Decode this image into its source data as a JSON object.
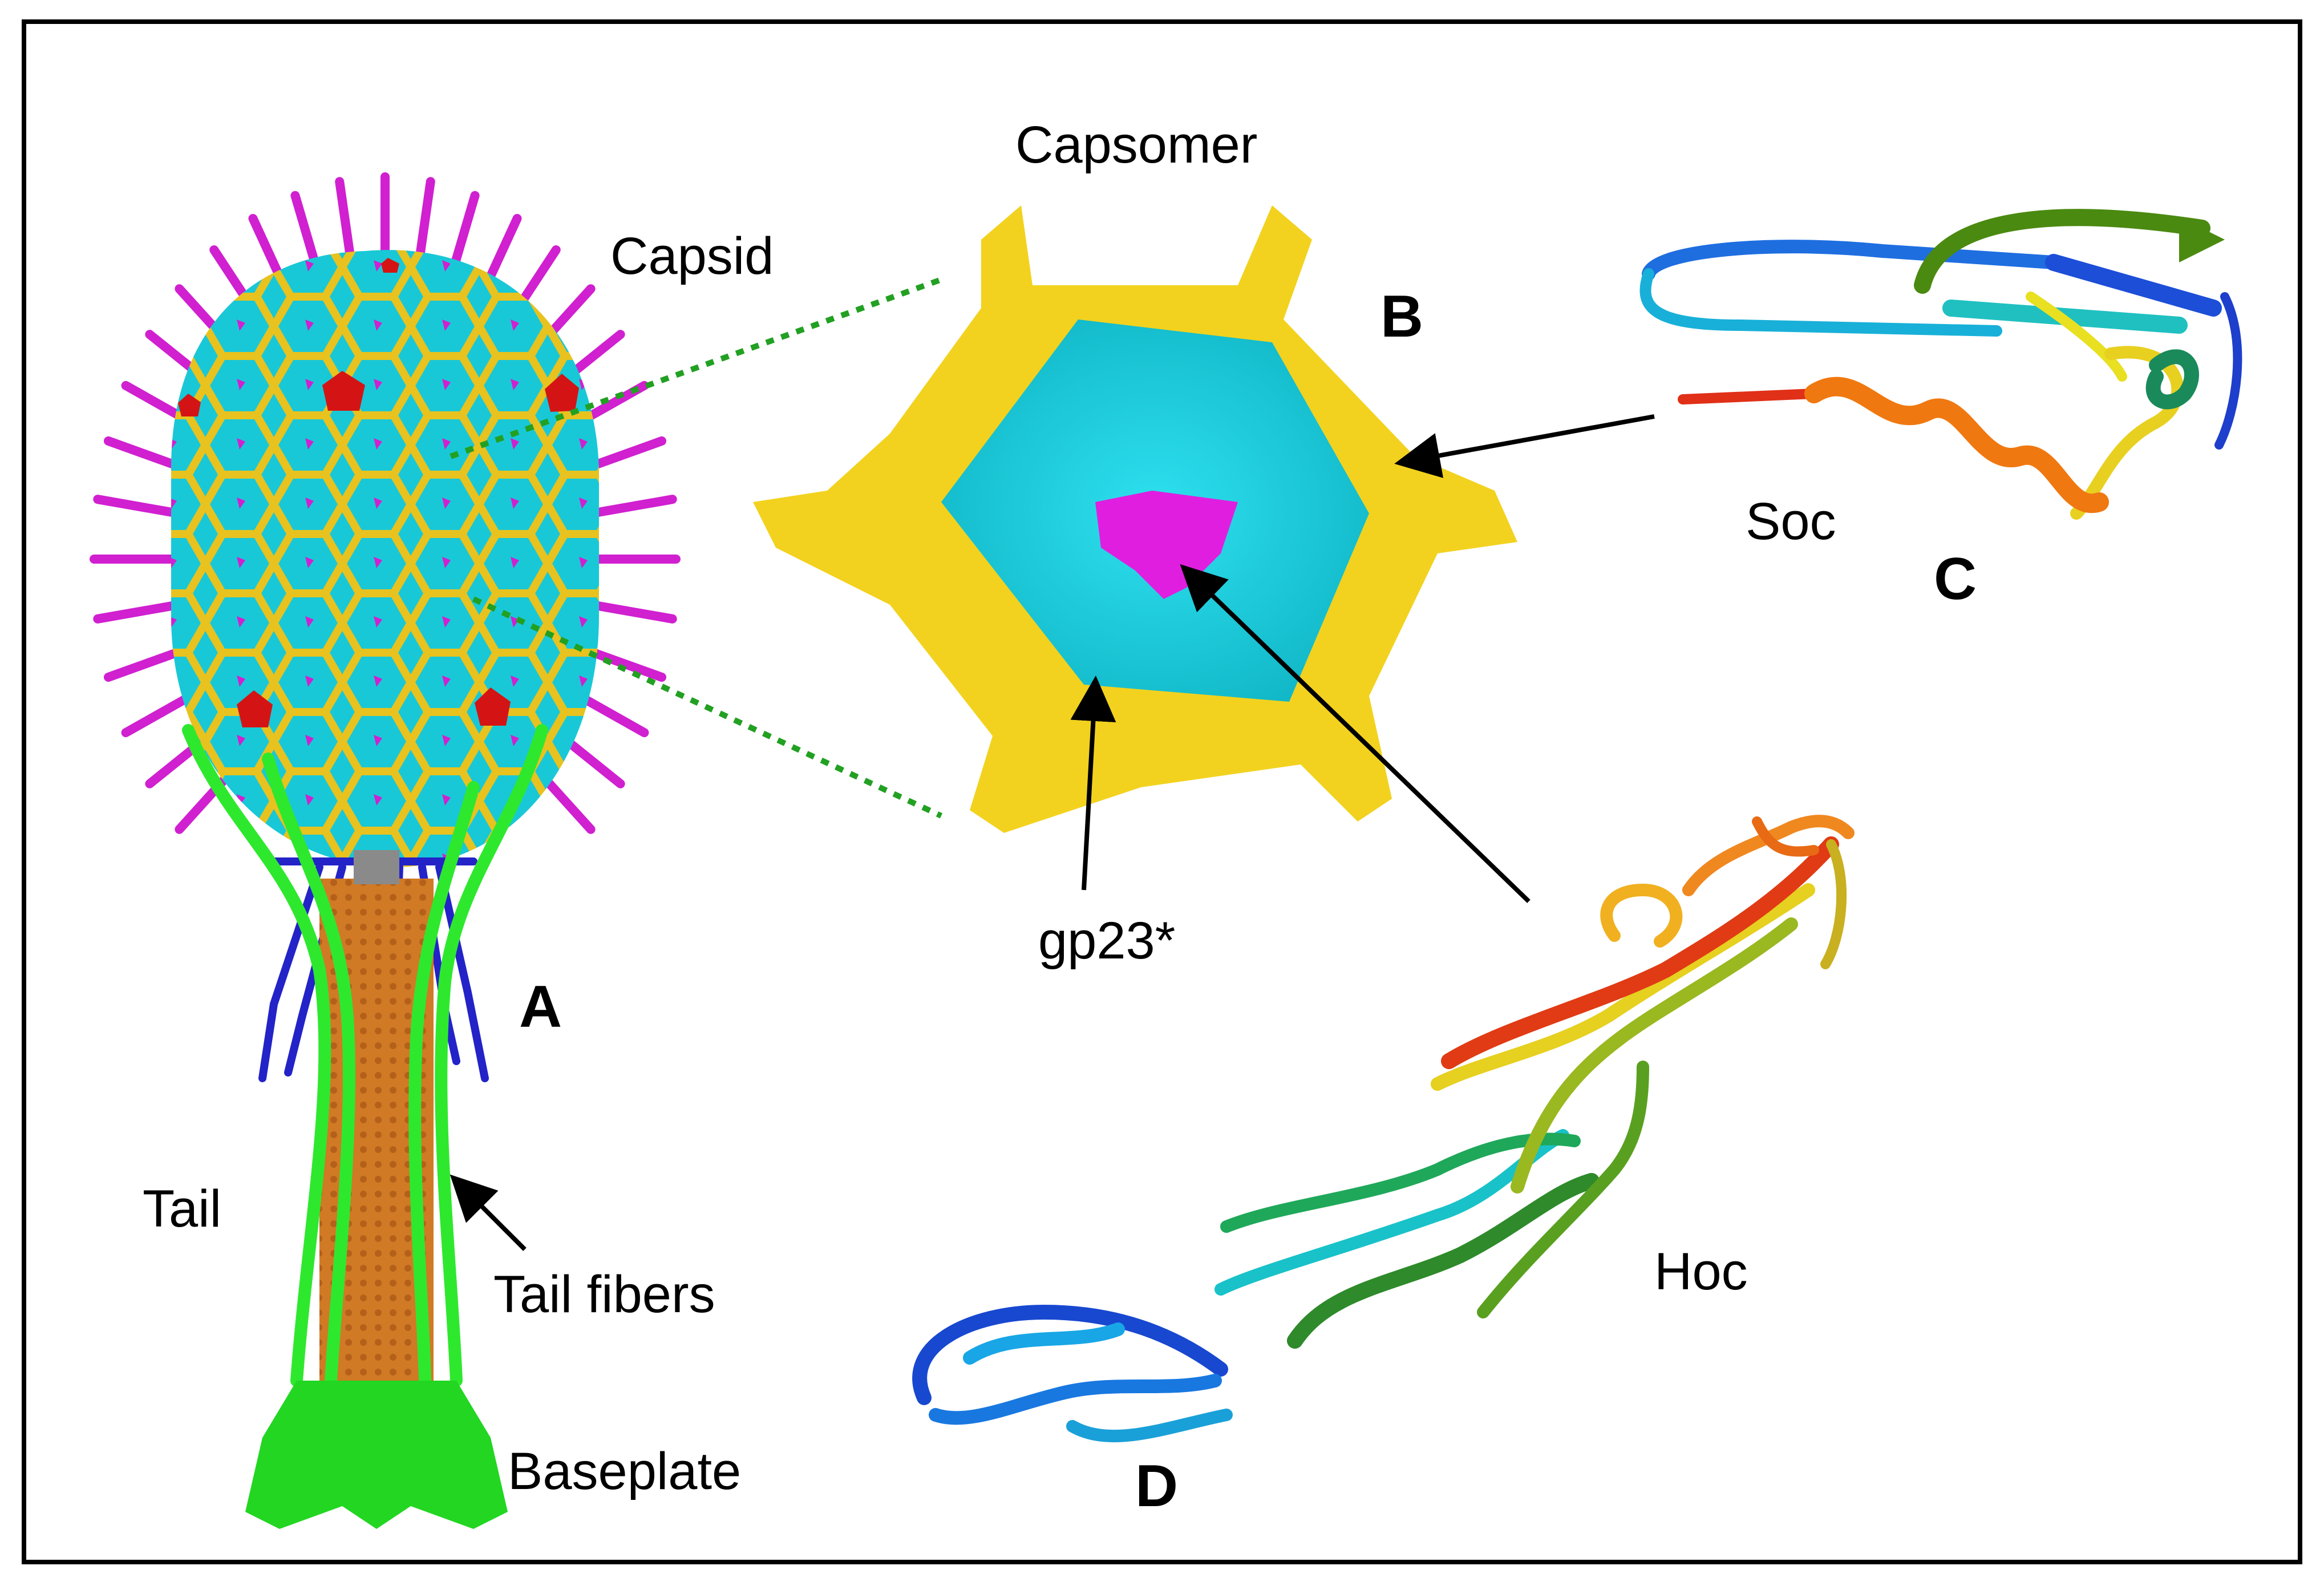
{
  "labels": {
    "capsomer": "Capsomer",
    "capsid": "Capsid",
    "soc": "Soc",
    "gp23": "gp23*",
    "hoc": "Hoc",
    "tail": "Tail",
    "tail_fibers": "Tail fibers",
    "baseplate": "Baseplate"
  },
  "panels": {
    "a": "A",
    "b": "B",
    "c": "C",
    "d": "D"
  },
  "colors": {
    "capsid_gp23": "#19c8d6",
    "capsid_soc_lattice": "#e8c21e",
    "vertex_gp24": "#d41414",
    "hoc_spikes": "#d020d0",
    "collar_whiskers": "#2323c8",
    "tail_sheath": "#d07a25",
    "tail_fibers": "#2ee82e",
    "baseplate": "#22d622",
    "capsomer_soc": "#f2d21e",
    "capsomer_gp23": "#16d2e2",
    "capsomer_hoc": "#e01ee0",
    "zoom_lines": "#22a022"
  },
  "icons": [
    "t4-phage-structure",
    "capsomer-surface",
    "soc-ribbon",
    "hoc-ribbon"
  ]
}
